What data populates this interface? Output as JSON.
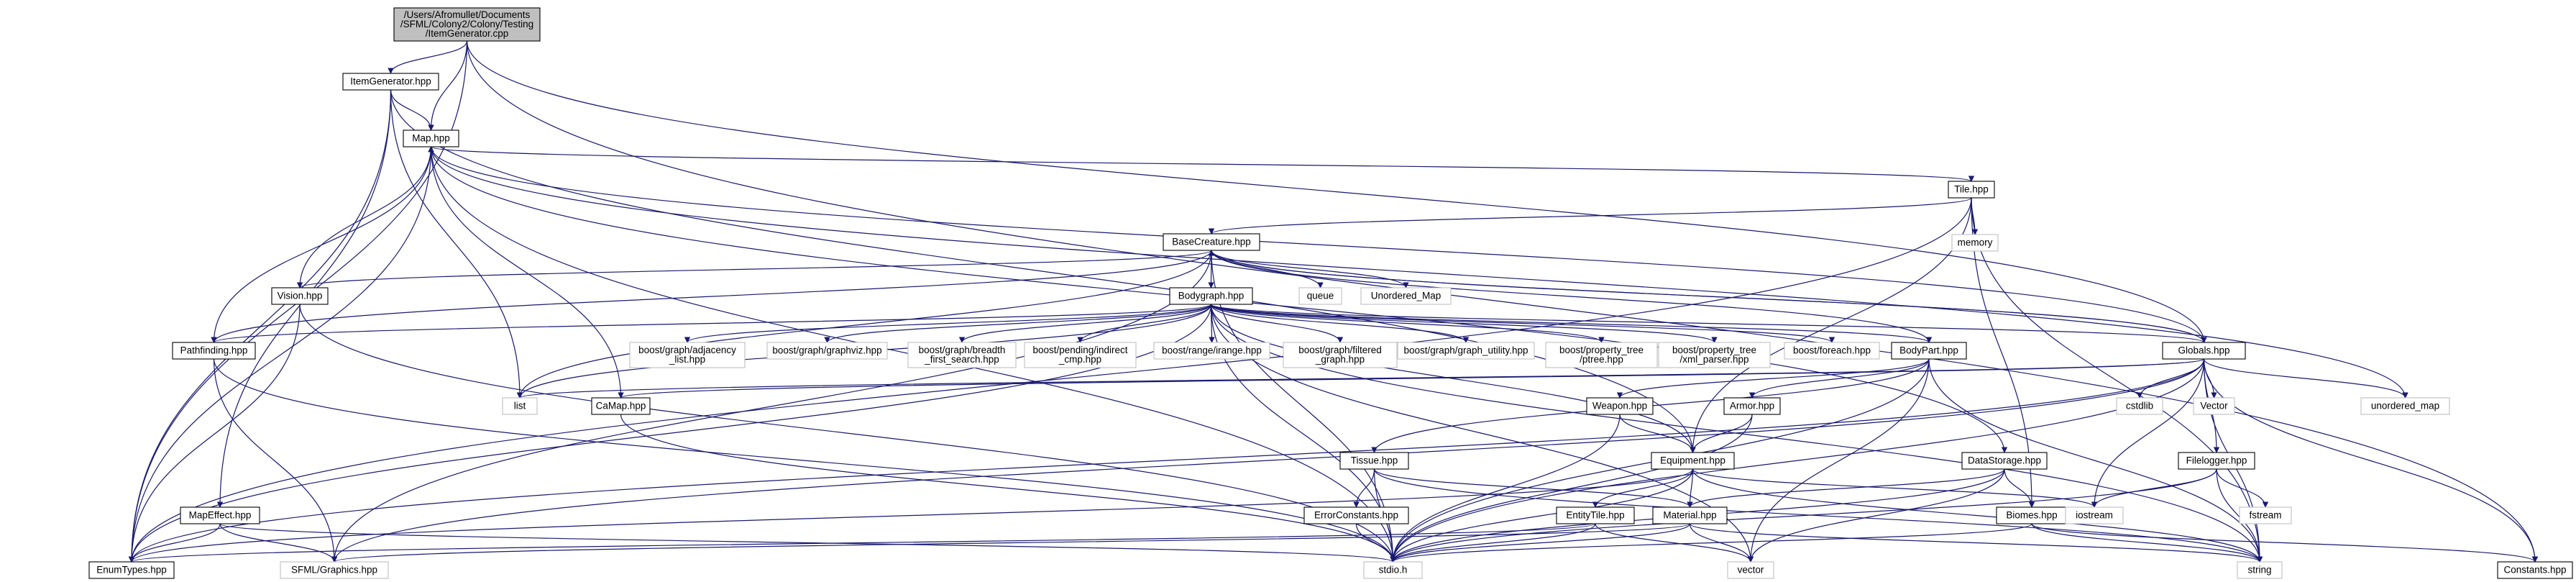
{
  "diagram": {
    "type": "include-dependency-graph",
    "nodes": [
      {
        "id": "root",
        "label": [
          "/Users/Afromullet/Documents",
          "/SFML/Colony2/Colony/Testing",
          "/ItemGenerator.cpp"
        ],
        "kind": "root"
      },
      {
        "id": "itemgen",
        "label": [
          "ItemGenerator.hpp"
        ],
        "kind": "file"
      },
      {
        "id": "map",
        "label": [
          "Map.hpp"
        ],
        "kind": "file"
      },
      {
        "id": "tile",
        "label": [
          "Tile.hpp"
        ],
        "kind": "file"
      },
      {
        "id": "memory",
        "label": [
          "memory"
        ],
        "kind": "system"
      },
      {
        "id": "basecreature",
        "label": [
          "BaseCreature.hpp"
        ],
        "kind": "file"
      },
      {
        "id": "queue",
        "label": [
          "queue"
        ],
        "kind": "system"
      },
      {
        "id": "unordered_cap",
        "label": [
          "Unordered_Map"
        ],
        "kind": "system"
      },
      {
        "id": "vision",
        "label": [
          "Vision.hpp"
        ],
        "kind": "file"
      },
      {
        "id": "bodygraph",
        "label": [
          "Bodygraph.hpp"
        ],
        "kind": "file"
      },
      {
        "id": "pathfinding",
        "label": [
          "Pathfinding.hpp"
        ],
        "kind": "file"
      },
      {
        "id": "adjacency",
        "label": [
          "boost/graph/adjacency",
          "_list.hpp"
        ],
        "kind": "system"
      },
      {
        "id": "graphviz",
        "label": [
          "boost/graph/graphviz.hpp"
        ],
        "kind": "system"
      },
      {
        "id": "bfs",
        "label": [
          "boost/graph/breadth",
          "_first_search.hpp"
        ],
        "kind": "system"
      },
      {
        "id": "indirect",
        "label": [
          "boost/pending/indirect",
          "_cmp.hpp"
        ],
        "kind": "system"
      },
      {
        "id": "irange",
        "label": [
          "boost/range/irange.hpp"
        ],
        "kind": "system"
      },
      {
        "id": "filtered",
        "label": [
          "boost/graph/filtered",
          "_graph.hpp"
        ],
        "kind": "system"
      },
      {
        "id": "graphutil",
        "label": [
          "boost/graph/graph_utility.hpp"
        ],
        "kind": "system"
      },
      {
        "id": "ptree",
        "label": [
          "boost/property_tree",
          "/ptree.hpp"
        ],
        "kind": "system"
      },
      {
        "id": "xmlparser",
        "label": [
          "boost/property_tree",
          "/xml_parser.hpp"
        ],
        "kind": "system"
      },
      {
        "id": "foreach",
        "label": [
          "boost/foreach.hpp"
        ],
        "kind": "system"
      },
      {
        "id": "bodypart",
        "label": [
          "BodyPart.hpp"
        ],
        "kind": "file"
      },
      {
        "id": "globals",
        "label": [
          "Globals.hpp"
        ],
        "kind": "file"
      },
      {
        "id": "list",
        "label": [
          "list"
        ],
        "kind": "system"
      },
      {
        "id": "camap",
        "label": [
          "CaMap.hpp"
        ],
        "kind": "file"
      },
      {
        "id": "weapon",
        "label": [
          "Weapon.hpp"
        ],
        "kind": "file"
      },
      {
        "id": "armor",
        "label": [
          "Armor.hpp"
        ],
        "kind": "file"
      },
      {
        "id": "cstdlib",
        "label": [
          "cstdlib"
        ],
        "kind": "system"
      },
      {
        "id": "vector_cap",
        "label": [
          "Vector"
        ],
        "kind": "system"
      },
      {
        "id": "unordered_map",
        "label": [
          "unordered_map"
        ],
        "kind": "system"
      },
      {
        "id": "tissue",
        "label": [
          "Tissue.hpp"
        ],
        "kind": "file"
      },
      {
        "id": "equipment",
        "label": [
          "Equipment.hpp"
        ],
        "kind": "file"
      },
      {
        "id": "datastorage",
        "label": [
          "DataStorage.hpp"
        ],
        "kind": "file"
      },
      {
        "id": "filelogger",
        "label": [
          "Filelogger.hpp"
        ],
        "kind": "file"
      },
      {
        "id": "mapeffect",
        "label": [
          "MapEffect.hpp"
        ],
        "kind": "file"
      },
      {
        "id": "errorconst",
        "label": [
          "ErrorConstants.hpp"
        ],
        "kind": "file"
      },
      {
        "id": "entitytile",
        "label": [
          "EntityTile.hpp"
        ],
        "kind": "file"
      },
      {
        "id": "material",
        "label": [
          "Material.hpp"
        ],
        "kind": "file"
      },
      {
        "id": "biomes",
        "label": [
          "Biomes.hpp"
        ],
        "kind": "file"
      },
      {
        "id": "iostream",
        "label": [
          "iostream"
        ],
        "kind": "system"
      },
      {
        "id": "fstream",
        "label": [
          "fstream"
        ],
        "kind": "system"
      },
      {
        "id": "enumtypes",
        "label": [
          "EnumTypes.hpp"
        ],
        "kind": "file"
      },
      {
        "id": "sfmlgraphics",
        "label": [
          "SFML/Graphics.hpp"
        ],
        "kind": "system"
      },
      {
        "id": "stdio",
        "label": [
          "stdio.h"
        ],
        "kind": "system"
      },
      {
        "id": "vector",
        "label": [
          "vector"
        ],
        "kind": "system"
      },
      {
        "id": "string",
        "label": [
          "string"
        ],
        "kind": "system"
      },
      {
        "id": "constants",
        "label": [
          "Constants.hpp"
        ],
        "kind": "file"
      }
    ],
    "edges": [
      [
        "root",
        "itemgen"
      ],
      [
        "root",
        "map"
      ],
      [
        "root",
        "globals"
      ],
      [
        "root",
        "enumtypes"
      ],
      [
        "root",
        "constants"
      ],
      [
        "itemgen",
        "map"
      ],
      [
        "itemgen",
        "equipment"
      ],
      [
        "itemgen",
        "list"
      ],
      [
        "itemgen",
        "mapeffect"
      ],
      [
        "itemgen",
        "enumtypes"
      ],
      [
        "map",
        "tile"
      ],
      [
        "map",
        "stdio"
      ],
      [
        "map",
        "enumtypes"
      ],
      [
        "map",
        "datastorage"
      ],
      [
        "map",
        "unordered_map"
      ],
      [
        "tile",
        "memory"
      ],
      [
        "tile",
        "basecreature"
      ],
      [
        "tile",
        "equipment"
      ],
      [
        "tile",
        "biomes"
      ],
      [
        "tile",
        "string"
      ],
      [
        "tile",
        "enumtypes"
      ],
      [
        "basecreature",
        "bodygraph"
      ],
      [
        "basecreature",
        "queue"
      ],
      [
        "basecreature",
        "unordered_cap"
      ],
      [
        "basecreature",
        "vision"
      ],
      [
        "basecreature",
        "pathfinding"
      ],
      [
        "basecreature",
        "list"
      ],
      [
        "basecreature",
        "stdio"
      ],
      [
        "basecreature",
        "sfmlgraphics"
      ],
      [
        "basecreature",
        "globals"
      ],
      [
        "basecreature",
        "bodypart"
      ],
      [
        "vision",
        "map"
      ],
      [
        "vision",
        "enumtypes"
      ],
      [
        "vision",
        "stdio"
      ],
      [
        "pathfinding",
        "map"
      ],
      [
        "pathfinding",
        "stdio"
      ],
      [
        "pathfinding",
        "sfmlgraphics"
      ],
      [
        "bodygraph",
        "adjacency"
      ],
      [
        "bodygraph",
        "graphviz"
      ],
      [
        "bodygraph",
        "bfs"
      ],
      [
        "bodygraph",
        "indirect"
      ],
      [
        "bodygraph",
        "irange"
      ],
      [
        "bodygraph",
        "filtered"
      ],
      [
        "bodygraph",
        "graphutil"
      ],
      [
        "bodygraph",
        "ptree"
      ],
      [
        "bodygraph",
        "xmlparser"
      ],
      [
        "bodygraph",
        "foreach"
      ],
      [
        "bodygraph",
        "bodypart"
      ],
      [
        "bodygraph",
        "globals"
      ],
      [
        "bodygraph",
        "list"
      ],
      [
        "bodygraph",
        "pathfinding"
      ],
      [
        "bodygraph",
        "enumtypes"
      ],
      [
        "bodygraph",
        "stdio"
      ],
      [
        "bodygraph",
        "string"
      ],
      [
        "bodygraph",
        "vector"
      ],
      [
        "bodygraph",
        "equipment"
      ],
      [
        "bodypart",
        "tissue"
      ],
      [
        "bodypart",
        "weapon"
      ],
      [
        "bodypart",
        "armor"
      ],
      [
        "bodypart",
        "stdio"
      ],
      [
        "bodypart",
        "vector"
      ],
      [
        "bodypart",
        "string"
      ],
      [
        "globals",
        "map"
      ],
      [
        "globals",
        "basecreature"
      ],
      [
        "globals",
        "list"
      ],
      [
        "globals",
        "camap"
      ],
      [
        "globals",
        "cstdlib"
      ],
      [
        "globals",
        "vector_cap"
      ],
      [
        "globals",
        "unordered_map"
      ],
      [
        "globals",
        "filelogger"
      ],
      [
        "globals",
        "iostream"
      ],
      [
        "globals",
        "string"
      ],
      [
        "globals",
        "constants"
      ],
      [
        "globals",
        "stdio"
      ],
      [
        "globals",
        "sfmlgraphics"
      ],
      [
        "globals",
        "enumtypes"
      ],
      [
        "camap",
        "map"
      ],
      [
        "camap",
        "stdio"
      ],
      [
        "weapon",
        "equipment"
      ],
      [
        "weapon",
        "stdio"
      ],
      [
        "armor",
        "equipment"
      ],
      [
        "armor",
        "stdio"
      ],
      [
        "tissue",
        "errorconst"
      ],
      [
        "tissue",
        "material"
      ],
      [
        "tissue",
        "stdio"
      ],
      [
        "tissue",
        "string"
      ],
      [
        "equipment",
        "entitytile"
      ],
      [
        "equipment",
        "material"
      ],
      [
        "equipment",
        "stdio"
      ],
      [
        "equipment",
        "iostream"
      ],
      [
        "equipment",
        "string"
      ],
      [
        "equipment",
        "enumtypes"
      ],
      [
        "datastorage",
        "material"
      ],
      [
        "datastorage",
        "biomes"
      ],
      [
        "datastorage",
        "stdio"
      ],
      [
        "datastorage",
        "vector"
      ],
      [
        "filelogger",
        "iostream"
      ],
      [
        "filelogger",
        "fstream"
      ],
      [
        "filelogger",
        "string"
      ],
      [
        "filelogger",
        "stdio"
      ],
      [
        "mapeffect",
        "enumtypes"
      ],
      [
        "mapeffect",
        "sfmlgraphics"
      ],
      [
        "mapeffect",
        "stdio"
      ],
      [
        "errorconst",
        "stdio"
      ],
      [
        "entitytile",
        "enumtypes"
      ],
      [
        "entitytile",
        "stdio"
      ],
      [
        "entitytile",
        "vector"
      ],
      [
        "material",
        "stdio"
      ],
      [
        "material",
        "vector"
      ],
      [
        "material",
        "string"
      ],
      [
        "material",
        "sfmlgraphics"
      ],
      [
        "biomes",
        "stdio"
      ],
      [
        "biomes",
        "string"
      ],
      [
        "biomes",
        "constants"
      ],
      [
        "biomes",
        "iostream"
      ]
    ]
  }
}
